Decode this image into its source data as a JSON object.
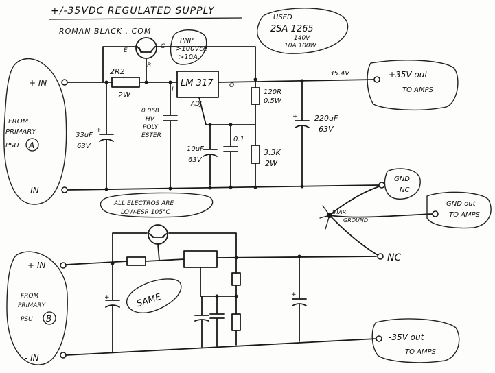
{
  "title": "+/-35VDC REGULATED SUPPLY",
  "author": "ROMAN BLACK . COM",
  "transistor_note": {
    "line1": "USED",
    "line2": "2SA 1265",
    "line3": "140V",
    "line4": "10A  100W"
  },
  "pnp_note": {
    "line1": "PNP",
    "line2": ">100Vce",
    "line3": ">10A"
  },
  "pins": {
    "e": "E",
    "c": "C",
    "b": "B"
  },
  "upper": {
    "in_plus": "+ IN",
    "in_minus": "- IN",
    "from_psu": {
      "line1": "FROM",
      "line2": "PRIMARY",
      "line3": "PSU",
      "id": "A"
    },
    "resistor": {
      "value": "2R2",
      "power": "2W"
    },
    "regulator": "LM 317",
    "reg_i": "I",
    "reg_o": "O",
    "reg_adj": "ADJ",
    "cap_in": {
      "value": "33uF",
      "voltage": "63V"
    },
    "cap_hv": {
      "l1": "0.068",
      "l2": "HV",
      "l3": "POLY",
      "l4": "ESTER"
    },
    "cap_adj": {
      "value": "10uF",
      "voltage": "63V"
    },
    "cap_01": "0.1",
    "r_top": {
      "value": "120R",
      "power": "0.5W"
    },
    "r_bot": {
      "value": "3.3K",
      "power": "2W"
    },
    "cap_out": {
      "value": "220uF",
      "voltage": "63V"
    },
    "vout": "35.4V",
    "output": {
      "line1": "+35V out",
      "line2": "TO AMPS"
    }
  },
  "electros_note": {
    "line1": "ALL ELECTROS ARE",
    "line2": "LOW-ESR 105°C"
  },
  "gnd_nc": {
    "line1": "GND",
    "line2": "NC"
  },
  "star_ground": {
    "line1": "STAR",
    "line2": "GROUND"
  },
  "gnd_out": {
    "line1": "GND out",
    "line2": "TO AMPS"
  },
  "nc": "NC",
  "lower": {
    "in_plus": "+ IN",
    "in_minus": "- IN",
    "from_psu": {
      "line1": "FROM",
      "line2": "PRIMARY",
      "line3": "PSU",
      "id": "B"
    },
    "same": "SAME",
    "output": {
      "line1": "-35V out",
      "line2": "TO AMPS"
    }
  }
}
